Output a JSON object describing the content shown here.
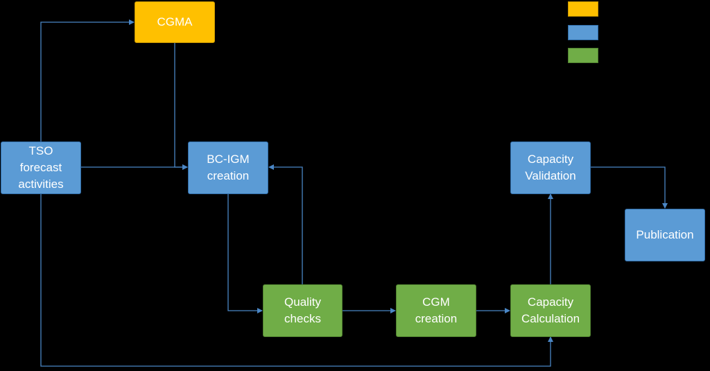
{
  "colors": {
    "blue": "#5b9bd5",
    "green": "#70ad47",
    "orange": "#ffc000",
    "connector": "#4a86c5",
    "background": "#000000"
  },
  "nodes": {
    "cgma": "CGMA",
    "tso": "TSO\nforecast\nactivities",
    "bc_igm": "BC-IGM\ncreation",
    "capacity_validation": "Capacity\nValidation",
    "publication": "Publication",
    "quality_checks": "Quality\nchecks",
    "cgm_creation": "CGM\ncreation",
    "capacity_calculation": "Capacity\nCalculation"
  },
  "legend": [
    {
      "color": "#ffc000"
    },
    {
      "color": "#5b9bd5"
    },
    {
      "color": "#70ad47"
    }
  ]
}
